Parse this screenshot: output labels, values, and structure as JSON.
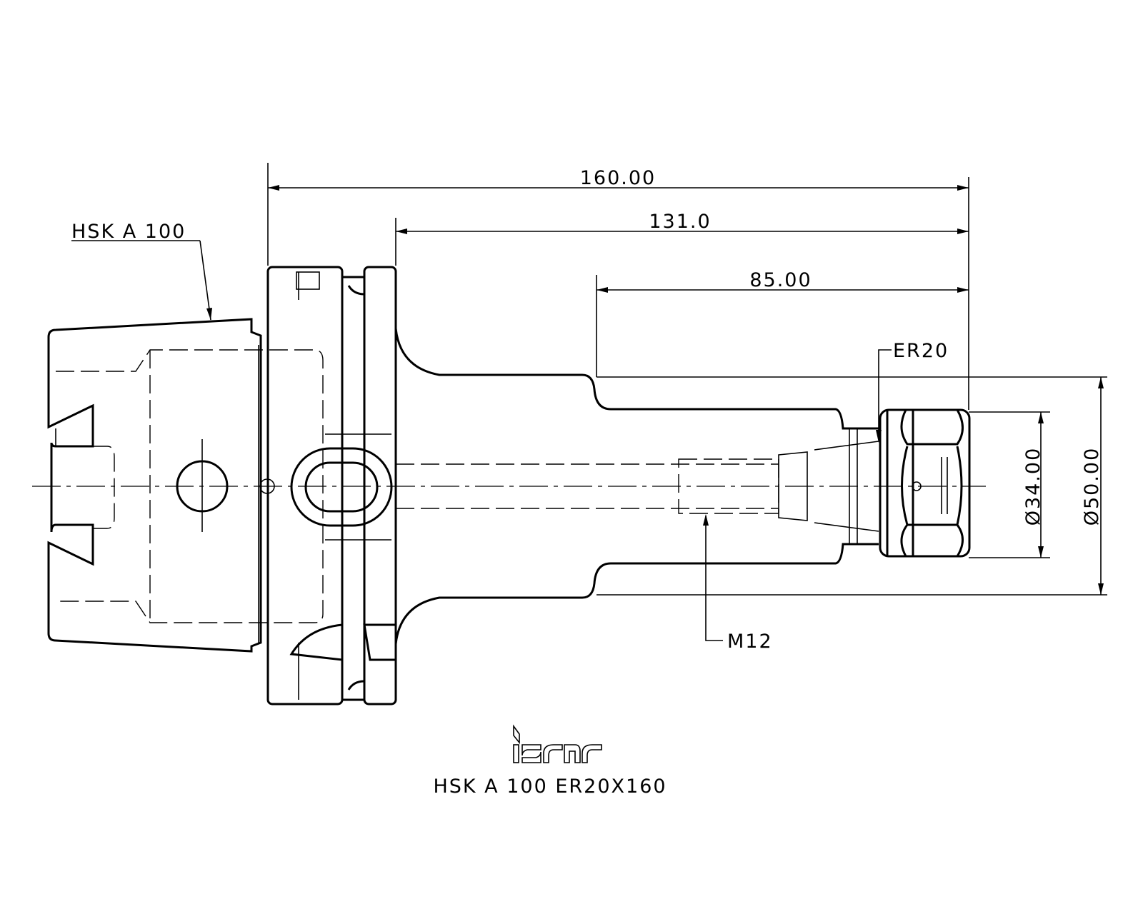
{
  "drawing": {
    "interface_label": "HSK A 100",
    "dimensions": {
      "overall_length": "160.00",
      "flange_to_nose": "131.0",
      "shank_length": "85.00",
      "nut_diameter": "Ø34.00",
      "body_diameter": "Ø50.00"
    },
    "collet_label": "ER20",
    "thread_label": "M12",
    "brand_logo": "iscar",
    "title": "HSK A 100 ER20X160"
  }
}
